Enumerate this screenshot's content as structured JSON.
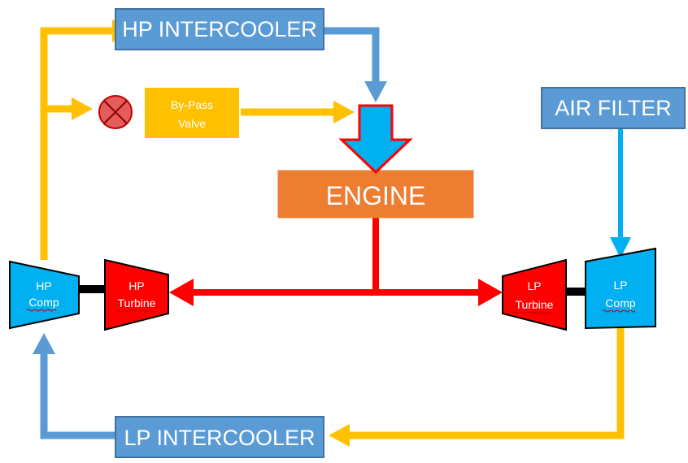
{
  "colors": {
    "blue_box": "#5b9bd5",
    "blue_box_border": "#41719c",
    "engine": "#ed7d31",
    "yellow": "#ffc000",
    "red": "#ff0000",
    "cyan": "#00b0f0",
    "valve_red": "#e35d5d",
    "black": "#000000"
  },
  "labels": {
    "hp_intercooler": "HP INTERCOOLER",
    "lp_intercooler": "LP INTERCOOLER",
    "air_filter": "AIR FILTER",
    "engine": "ENGINE",
    "bypass_line1": "By-Pass",
    "bypass_line2": "Valve",
    "hp_comp_line1": "HP",
    "hp_comp_line2": "Comp",
    "hp_turbine_line1": "HP",
    "hp_turbine_line2": "Turbine",
    "lp_turbine_line1": "LP",
    "lp_turbine_line2": "Turbine",
    "lp_comp_line1": "LP",
    "lp_comp_line2": "Comp"
  },
  "icons": {
    "valve": "bypass-valve-icon"
  }
}
